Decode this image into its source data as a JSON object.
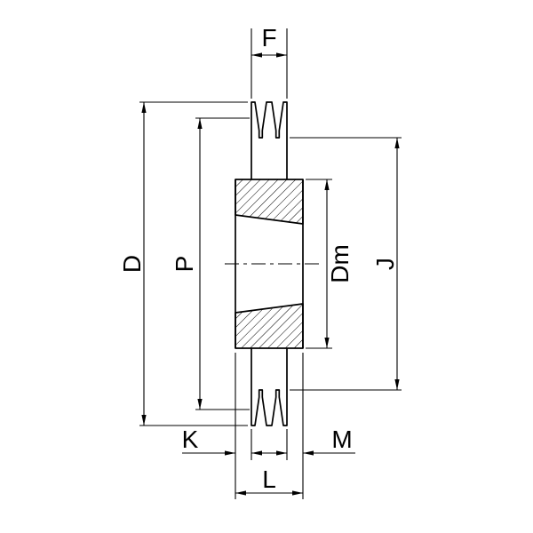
{
  "diagram": {
    "colors": {
      "line": "#000000",
      "background": "#ffffff"
    },
    "dimensions": {
      "F": "F",
      "D": "D",
      "P": "P",
      "Dm": "Dm",
      "J": "J",
      "K": "K",
      "M": "M",
      "L": "L"
    }
  }
}
